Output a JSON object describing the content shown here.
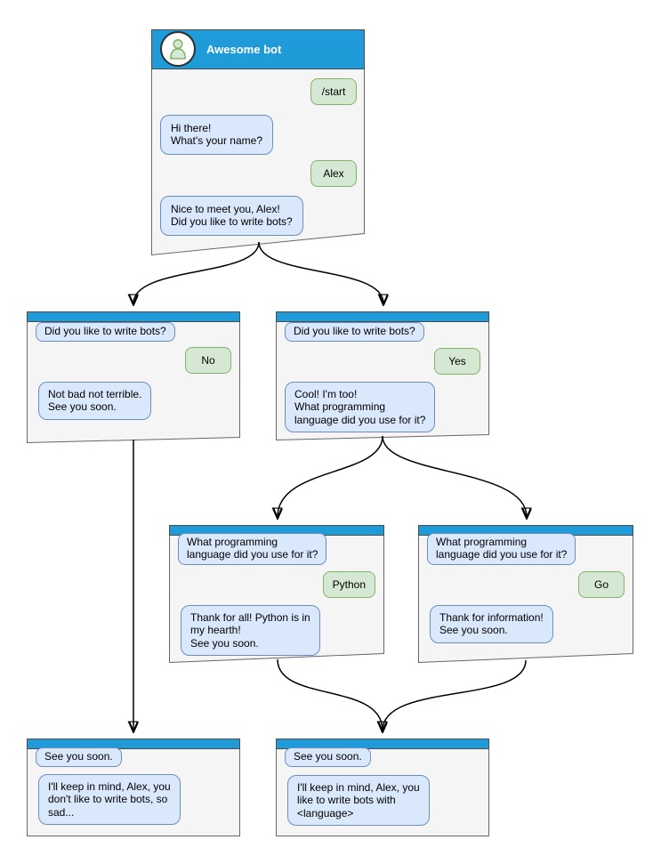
{
  "colors": {
    "accent": "#1e9bd8",
    "window-fill": "#f5f5f5",
    "window-border": "#666666",
    "bot-fill": "#dae8fc",
    "bot-border": "#6c8ebf",
    "user-fill": "#d5e8d4",
    "user-border": "#82b366",
    "edge": "#000000",
    "canvas": "#ffffff",
    "title-text": "#ffffff"
  },
  "diagram": {
    "windows": [
      {
        "id": "main",
        "title": "Awesome bot",
        "avatar": "person-icon",
        "messages": [
          {
            "from": "user",
            "text": "/start"
          },
          {
            "from": "bot",
            "text": "Hi there!\nWhat's your name?"
          },
          {
            "from": "user",
            "text": "Alex"
          },
          {
            "from": "bot",
            "text": "Nice to meet you, Alex!\nDid you like to write bots?"
          }
        ]
      },
      {
        "id": "no-branch",
        "messages": [
          {
            "from": "bot",
            "text": "Did you like to write bots?"
          },
          {
            "from": "user",
            "text": "No"
          },
          {
            "from": "bot",
            "text": "Not bad not terrible.\nSee you soon."
          }
        ]
      },
      {
        "id": "yes-branch",
        "messages": [
          {
            "from": "bot",
            "text": "Did you like to write bots?"
          },
          {
            "from": "user",
            "text": "Yes"
          },
          {
            "from": "bot",
            "text": "Cool! I'm too!\nWhat programming\nlanguage did you use for it?"
          }
        ]
      },
      {
        "id": "python-branch",
        "messages": [
          {
            "from": "bot",
            "text": "What programming\nlanguage did you use for it?"
          },
          {
            "from": "user",
            "text": "Python"
          },
          {
            "from": "bot",
            "text": "Thank for all! Python is in\nmy hearth!\nSee you soon."
          }
        ]
      },
      {
        "id": "go-branch",
        "messages": [
          {
            "from": "bot",
            "text": "What programming\nlanguage did you use for it?"
          },
          {
            "from": "user",
            "text": "Go"
          },
          {
            "from": "bot",
            "text": "Thank for information!\nSee you soon."
          }
        ]
      },
      {
        "id": "end-no",
        "messages": [
          {
            "from": "bot",
            "text": "See you soon."
          },
          {
            "from": "bot",
            "text": "I'll keep in mind, Alex, you\ndon't like to write bots, so\nsad..."
          }
        ]
      },
      {
        "id": "end-yes",
        "messages": [
          {
            "from": "bot",
            "text": "See you soon."
          },
          {
            "from": "bot",
            "text": "I'll keep in mind, Alex, you\nlike to write bots with\n<language>"
          }
        ]
      }
    ],
    "edges": [
      {
        "from": "main",
        "to": "no-branch"
      },
      {
        "from": "main",
        "to": "yes-branch"
      },
      {
        "from": "no-branch",
        "to": "end-no"
      },
      {
        "from": "yes-branch",
        "to": "python-branch"
      },
      {
        "from": "yes-branch",
        "to": "go-branch"
      },
      {
        "from": "python-branch",
        "to": "end-yes"
      },
      {
        "from": "go-branch",
        "to": "end-yes"
      }
    ]
  }
}
